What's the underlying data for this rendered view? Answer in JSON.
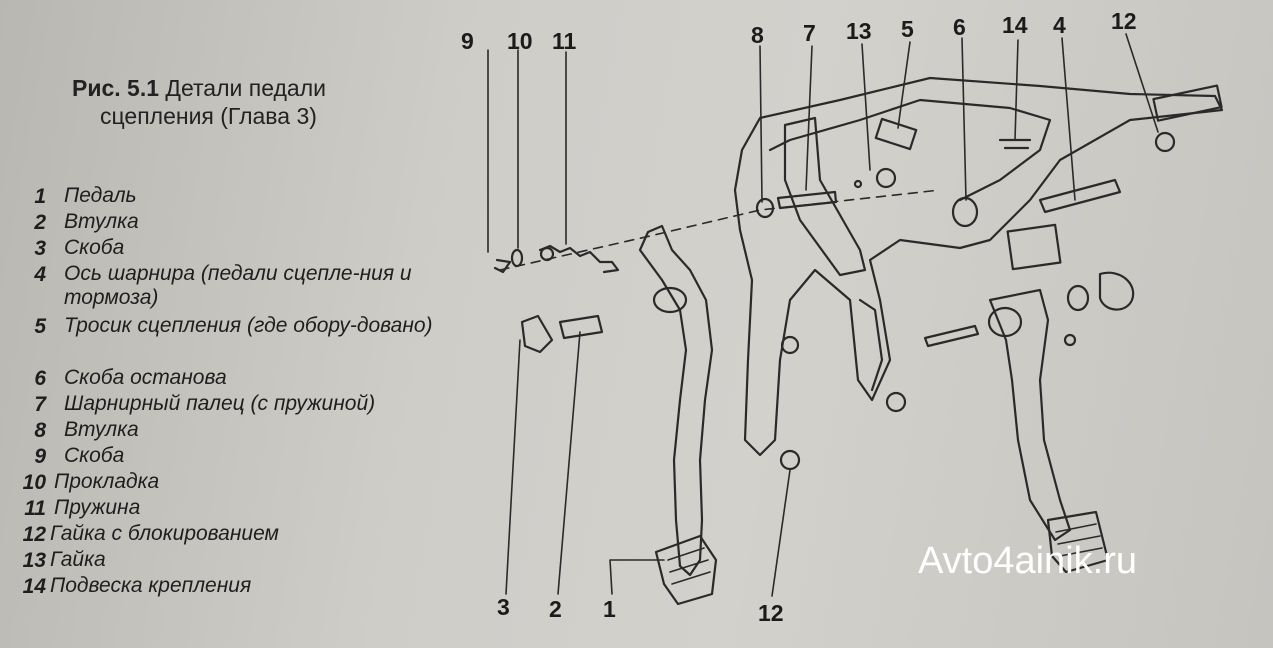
{
  "figure": {
    "number": "Рис. 5.1",
    "caption_line1": "Детали педали",
    "caption_line2": "сцепления (Глава 3)"
  },
  "legend": [
    {
      "num": "1",
      "text": "Педаль"
    },
    {
      "num": "2",
      "text": "Втулка"
    },
    {
      "num": "3",
      "text": "Скоба"
    },
    {
      "num": "4",
      "text": "Ось шарнира (педали сцепле-ния и тормоза)"
    },
    {
      "num": "5",
      "text": "Тросик сцепления (где обору-довано)"
    },
    {
      "num": "6",
      "text": "Скоба останова"
    },
    {
      "num": "7",
      "text": "Шарнирный палец (с пружиной)"
    },
    {
      "num": "8",
      "text": "Втулка"
    },
    {
      "num": "9",
      "text": "Скоба"
    },
    {
      "num": "10",
      "text": "Прокладка"
    },
    {
      "num": "11",
      "text": "Пружина"
    },
    {
      "num": "12",
      "text": "Гайка с блокированием"
    },
    {
      "num": "13",
      "text": "Гайка"
    },
    {
      "num": "14",
      "text": "Подвеска крепления"
    }
  ],
  "callouts": {
    "top": [
      "9",
      "10",
      "11",
      "8",
      "7",
      "13",
      "5",
      "6",
      "14",
      "4",
      "12"
    ],
    "bottom": [
      "3",
      "2",
      "1",
      "12"
    ]
  },
  "watermark": "Avto4ainik.ru"
}
